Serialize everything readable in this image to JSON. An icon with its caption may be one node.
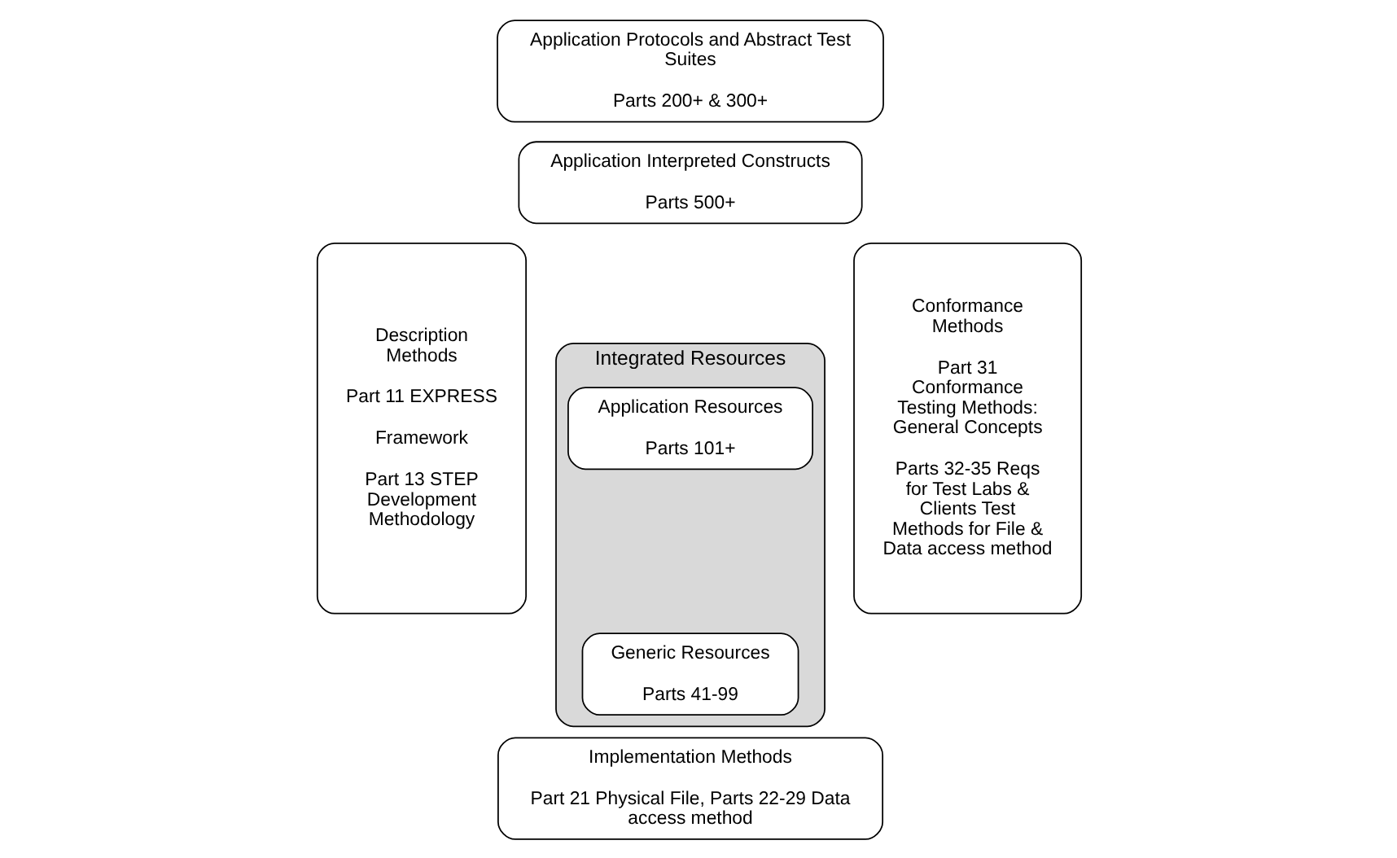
{
  "diagram": {
    "nodes": [
      {
        "text": [
          "Description Methods",
          "Part 11 EXPRESS",
          "Framework",
          "Part 13 STEP Development Methodology"
        ]
      },
      {
        "text": [
          "Application Protocols and Abstract Test Suites",
          "Parts 200+ & 300+"
        ]
      },
      {
        "text": [
          "Application Interpreted Constructs",
          "Parts 500+"
        ]
      },
      {
        "text": [
          "Integrated Resources"
        ]
      },
      {
        "text": [
          "Application Resources",
          "Parts 101+"
        ],
        "in": 3
      },
      {
        "text": [
          "Generic Resources",
          "Parts 41-99"
        ],
        "in": 3
      },
      {
        "text": [
          "Implementation Methods",
          "Part 21 Physical File, Parts 22-29 Data access method"
        ]
      },
      {
        "text": [
          "Conformance Methods",
          "Part 31 Conformance Testing Methods: General Concepts",
          "Parts 32-35 Reqs for Test Labs & Clients Test Methods for File & Data access method"
        ]
      }
    ],
    "edges": []
  }
}
